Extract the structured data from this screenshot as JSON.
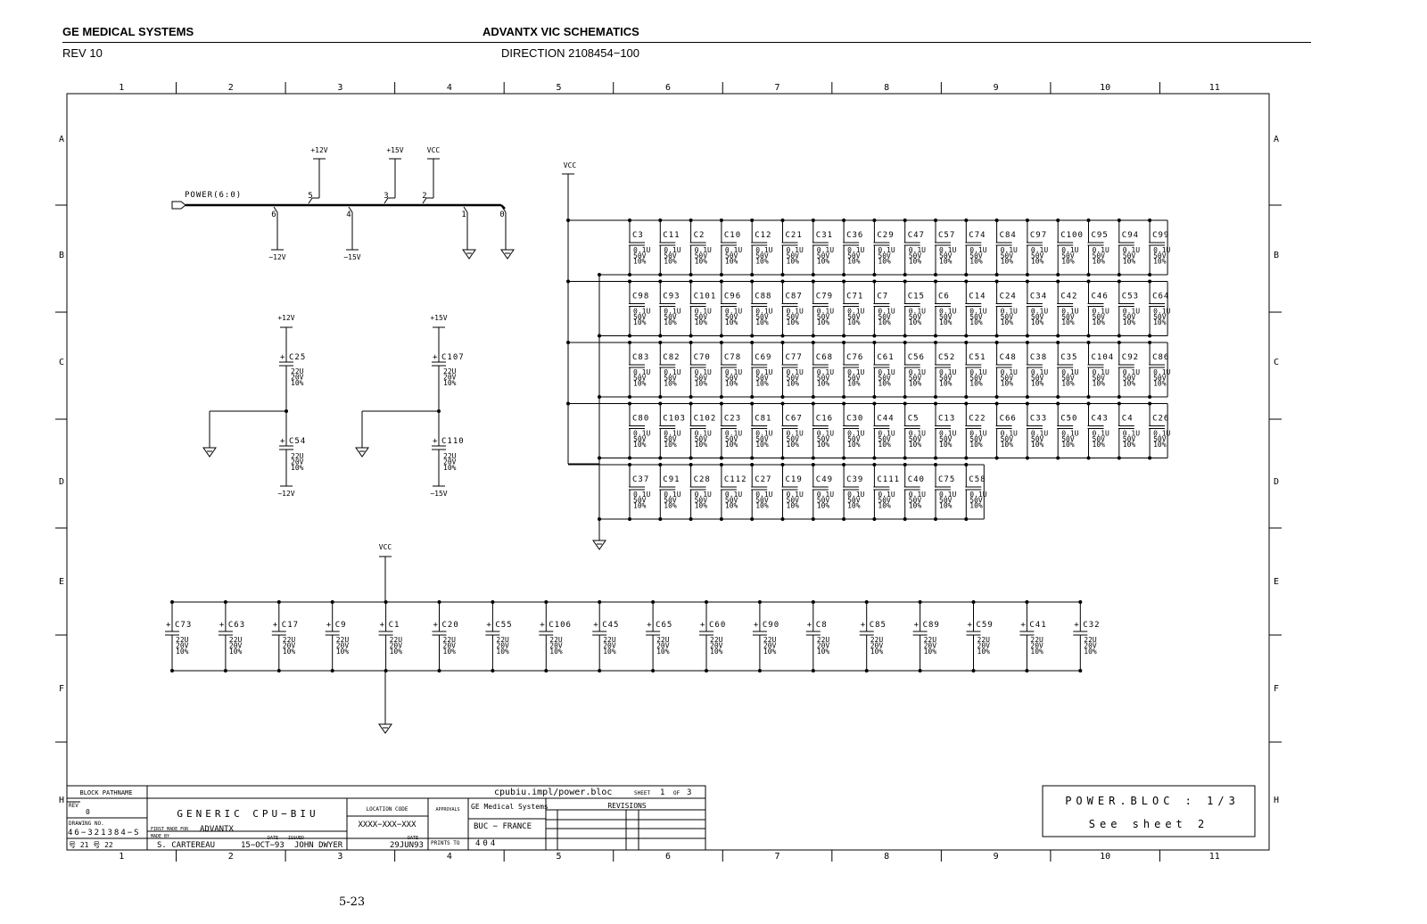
{
  "header": {
    "company": "GE MEDICAL SYSTEMS",
    "doc_title": "ADVANTX VIC SCHEMATICS",
    "rev": "REV 10",
    "direction": "DIRECTION 2108454−100"
  },
  "border": {
    "columns": [
      "1",
      "2",
      "3",
      "4",
      "5",
      "6",
      "7",
      "8",
      "9",
      "10",
      "11"
    ],
    "rows": [
      "A",
      "B",
      "C",
      "D",
      "E",
      "F",
      "H"
    ]
  },
  "power_bus": {
    "label": "POWER(6:0)",
    "up_taps": [
      {
        "pin": "5",
        "net": "+12V"
      },
      {
        "pin": "3",
        "net": "+15V"
      },
      {
        "pin": "2",
        "net": "VCC"
      }
    ],
    "down_taps": [
      {
        "pin": "6",
        "net": "−12V"
      },
      {
        "pin": "4",
        "net": "−15V"
      },
      {
        "pin": "1",
        "net": ""
      },
      {
        "pin": "0",
        "net": ""
      }
    ]
  },
  "bulk_caps": {
    "left": {
      "top_net": "+12V",
      "bottom_net": "−12V",
      "top_cap": "C25",
      "bottom_cap": "C54"
    },
    "right": {
      "top_net": "+15V",
      "bottom_net": "−15V",
      "top_cap": "C107",
      "bottom_cap": "C110"
    },
    "value": [
      "22U",
      "20V",
      "10%"
    ]
  },
  "decoupling_array": {
    "supply_net": "VCC",
    "value": [
      "0.1U",
      "50V",
      "10%"
    ],
    "rows": [
      [
        "C3",
        "C11",
        "C2",
        "C10",
        "C12",
        "C21",
        "C31",
        "C36",
        "C29",
        "C47",
        "C57",
        "C74",
        "C84",
        "C97",
        "C100",
        "C95",
        "C94",
        "C99"
      ],
      [
        "C98",
        "C93",
        "C101",
        "C96",
        "C88",
        "C87",
        "C79",
        "C71",
        "C7",
        "C15",
        "C6",
        "C14",
        "C24",
        "C34",
        "C42",
        "C46",
        "C53",
        "C64"
      ],
      [
        "C83",
        "C82",
        "C70",
        "C78",
        "C69",
        "C77",
        "C68",
        "C76",
        "C61",
        "C56",
        "C52",
        "C51",
        "C48",
        "C38",
        "C35",
        "C104",
        "C92",
        "C86"
      ],
      [
        "C80",
        "C103",
        "C102",
        "C23",
        "C81",
        "C67",
        "C16",
        "C30",
        "C44",
        "C5",
        "C13",
        "C22",
        "C66",
        "C33",
        "C50",
        "C43",
        "C4",
        "C26"
      ],
      [
        "C37",
        "C91",
        "C28",
        "C112",
        "C27",
        "C19",
        "C49",
        "C39",
        "C111",
        "C40",
        "C75",
        "C58"
      ]
    ]
  },
  "bottom_bank": {
    "supply_net": "VCC",
    "value": [
      "22U",
      "20V",
      "10%"
    ],
    "caps": [
      "C73",
      "C63",
      "C17",
      "C9",
      "C1",
      "C20",
      "C55",
      "C106",
      "C45",
      "C65",
      "C60",
      "C90",
      "C8",
      "C85",
      "C89",
      "C59",
      "C41",
      "C32"
    ]
  },
  "title_block": {
    "block_pathname_label": "BLOCK PATHNAME",
    "rev_label": "REV",
    "rev_value": "0",
    "drawing_no_label": "DRAWING NO.",
    "drawing_no": "46−321384−S",
    "sheet_ref": "号 21 号 22",
    "title": "GENERIC  CPU−BIU",
    "first_made_for_label": "FIRST MADE FOR",
    "first_made_for": "ADVANTX",
    "made_by_label": "MADE BY",
    "made_by": "S. CARTEREAU",
    "made_date_label": "DATE",
    "made_date": "15−OCT−93",
    "issued_label": "ISSUED",
    "issued_by": "JOHN DWYER",
    "issued_date_label": "DATE",
    "issued_date": "29JUN93",
    "location_code_label": "LOCATION CODE",
    "location_code": "XXXX−XXX−XXX",
    "approvals_label": "APPROVALS",
    "company": "GE Medical Systems",
    "site": "BUC − FRANCE",
    "prints_to_label": "PRINTS TO",
    "prints_to": "404",
    "file_path": "cpubiu.impl/power.bloc",
    "sheet_label": "SHEET",
    "sheet_no": "1",
    "of_label": "OF",
    "sheet_total": "3",
    "revisions_label": "REVISIONS"
  },
  "sheet_box": {
    "line1": "POWER.BLOC : 1/3",
    "line2": "See sheet 2"
  },
  "page_number": "5-23"
}
